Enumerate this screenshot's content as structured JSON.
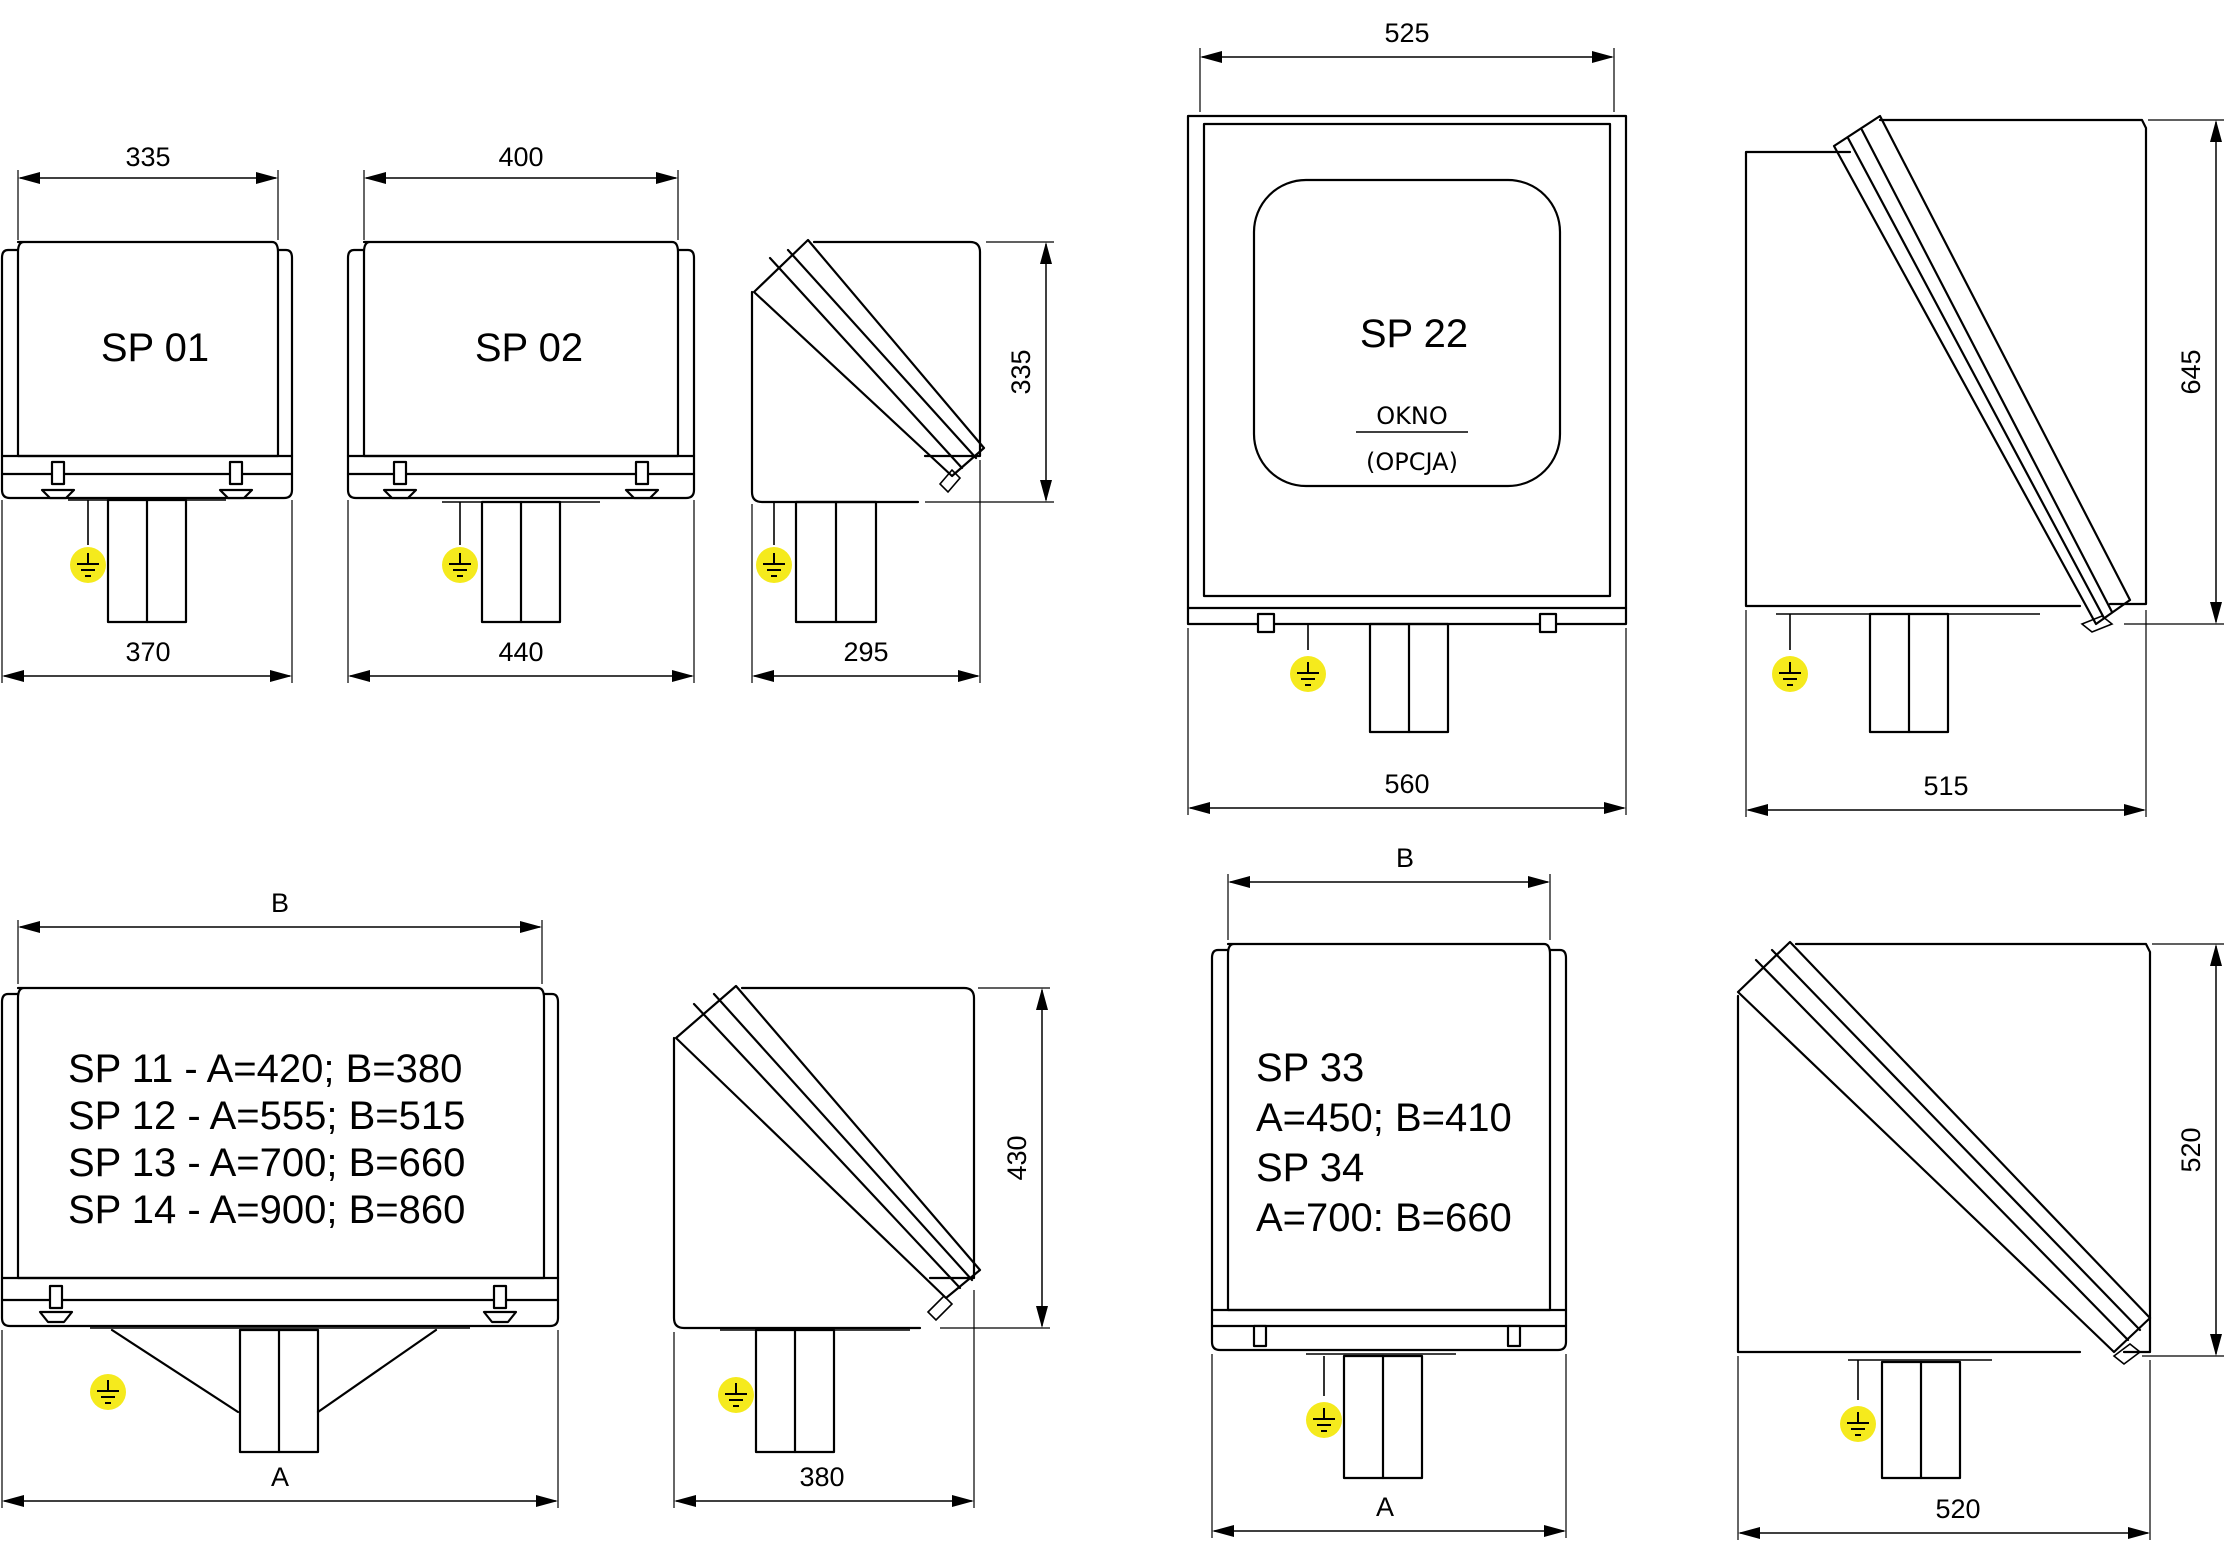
{
  "colors": {
    "line": "#000000",
    "ground_symbol": "#f5ea1d",
    "background": "#ffffff"
  },
  "icons": {
    "ground": "earth-ground-icon"
  },
  "views": {
    "sp01": {
      "label": "SP 01",
      "top_dim": "335",
      "bottom_dim": "370"
    },
    "sp02": {
      "label": "SP 02",
      "top_dim": "400",
      "bottom_dim": "440"
    },
    "sp0x_side": {
      "height_dim": "335",
      "bottom_dim": "295"
    },
    "sp22": {
      "label": "SP 22",
      "window_label": "OKNO",
      "window_note": "(OPCJA)",
      "top_dim": "525",
      "bottom_dim": "560"
    },
    "sp22_side": {
      "height_dim": "645",
      "bottom_dim": "515"
    },
    "sp1x": {
      "lines": [
        "SP 11 - A=420; B=380",
        "SP 12 - A=555; B=515",
        "SP 13 - A=700; B=660",
        "SP 14 - A=900; B=860"
      ],
      "top_dim": "B",
      "bottom_dim": "A"
    },
    "sp1x_side": {
      "height_dim": "430",
      "bottom_dim": "380"
    },
    "sp3x": {
      "lines": [
        "SP 33",
        "A=450; B=410",
        "SP 34",
        "A=700: B=660"
      ],
      "top_dim": "B",
      "bottom_dim": "A"
    },
    "sp3x_side": {
      "height_dim": "520",
      "bottom_dim": "520"
    }
  }
}
